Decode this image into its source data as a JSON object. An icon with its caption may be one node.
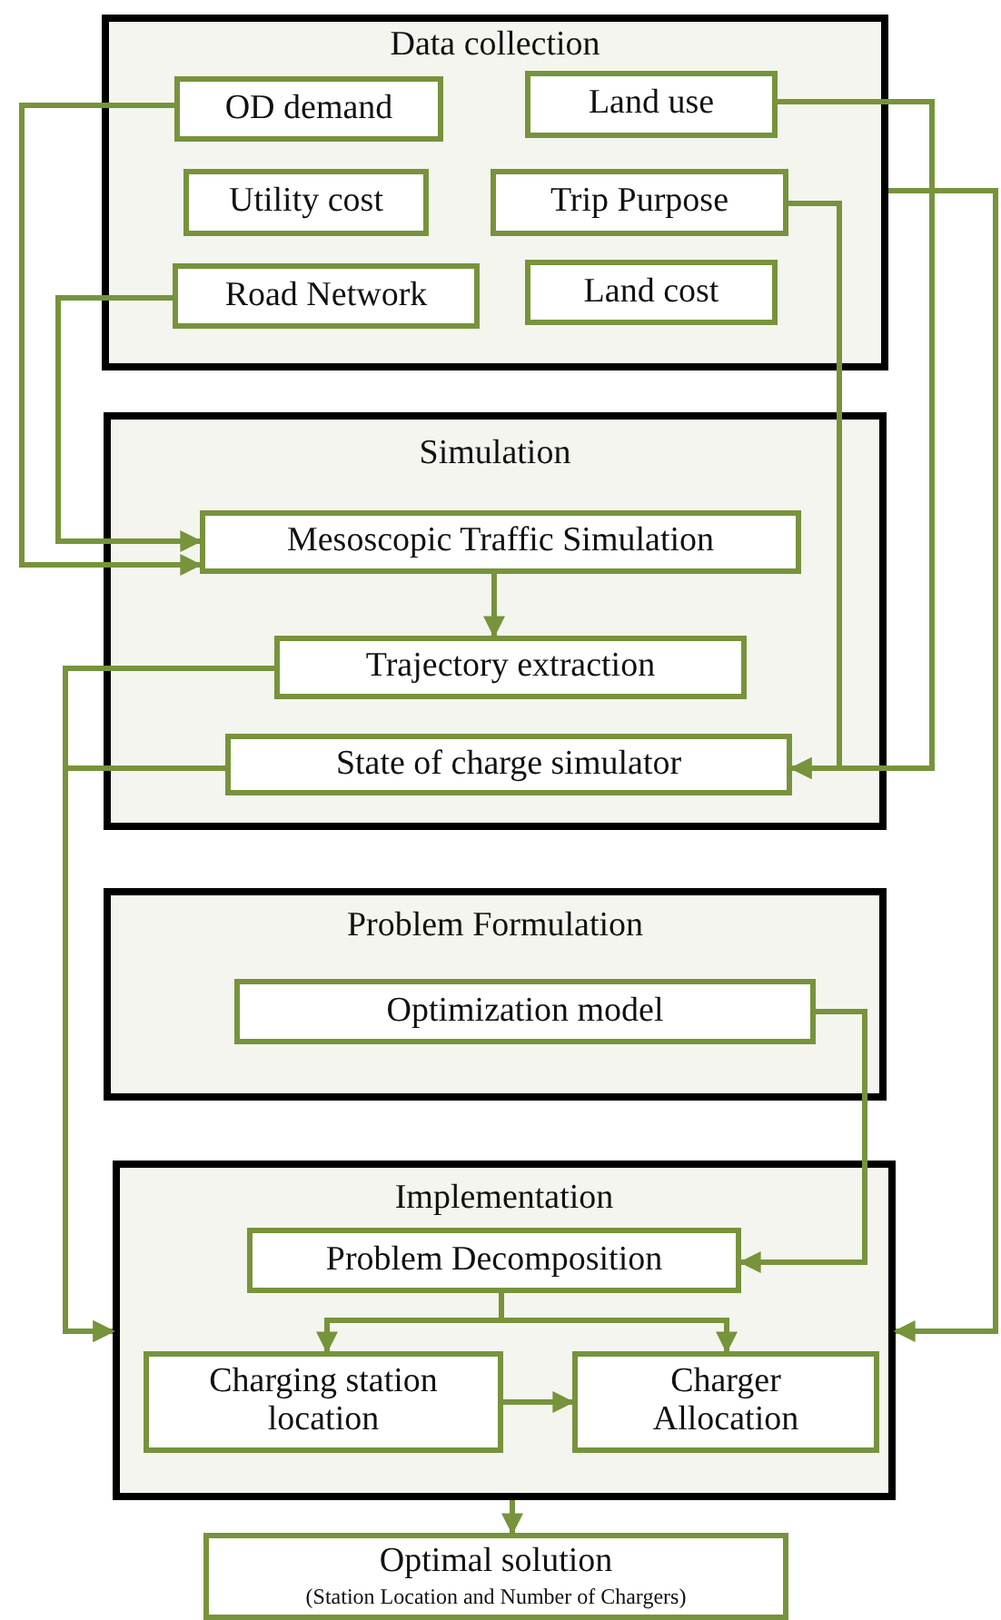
{
  "diagram": {
    "nodes": [
      {
        "text": [
          "Data collection"
        ]
      },
      {
        "text": [
          "OD demand"
        ],
        "in": 0
      },
      {
        "text": [
          "Land use"
        ],
        "in": 0
      },
      {
        "text": [
          "Utility cost"
        ],
        "in": 0
      },
      {
        "text": [
          "Trip Purpose"
        ],
        "in": 0
      },
      {
        "text": [
          "Road Network"
        ],
        "in": 0
      },
      {
        "text": [
          "Land cost"
        ],
        "in": 0
      },
      {
        "text": [
          "Simulation"
        ]
      },
      {
        "text": [
          "Mesoscopic Traffic Simulation"
        ],
        "in": 7
      },
      {
        "text": [
          "Trajectory extraction"
        ],
        "in": 7
      },
      {
        "text": [
          "State of charge simulator"
        ],
        "in": 7
      },
      {
        "text": [
          "Problem Formulation"
        ]
      },
      {
        "text": [
          "Optimization model"
        ],
        "in": 11
      },
      {
        "text": [
          "Implementation"
        ]
      },
      {
        "text": [
          "Problem Decomposition"
        ],
        "in": 13
      },
      {
        "text": [
          "Charging station location"
        ],
        "in": 13
      },
      {
        "text": [
          "Charger Allocation"
        ],
        "in": 13
      },
      {
        "text": [
          "Optimal solution",
          "(Station Location and Number of Chargers)"
        ]
      }
    ],
    "edges": [
      {
        "from": 1,
        "to": 8,
        "arrow": "to"
      },
      {
        "from": 5,
        "to": 8,
        "arrow": "to"
      },
      {
        "from": 4,
        "to": 10,
        "arrow": "to"
      },
      {
        "from": 2,
        "to": 10,
        "arrow": "to"
      },
      {
        "from": 8,
        "to": 9,
        "arrow": "to"
      },
      {
        "from": 9,
        "to": 13,
        "arrow": "to"
      },
      {
        "from": 10,
        "to": 13,
        "arrow": "to"
      },
      {
        "from": 0,
        "to": 13,
        "arrow": "to"
      },
      {
        "from": 12,
        "to": 14,
        "arrow": "to"
      },
      {
        "from": 14,
        "to": 15,
        "arrow": "to"
      },
      {
        "from": 14,
        "to": 16,
        "arrow": "to"
      },
      {
        "from": 15,
        "to": 16,
        "arrow": "to"
      },
      {
        "from": 13,
        "to": 17,
        "arrow": "to"
      }
    ]
  }
}
